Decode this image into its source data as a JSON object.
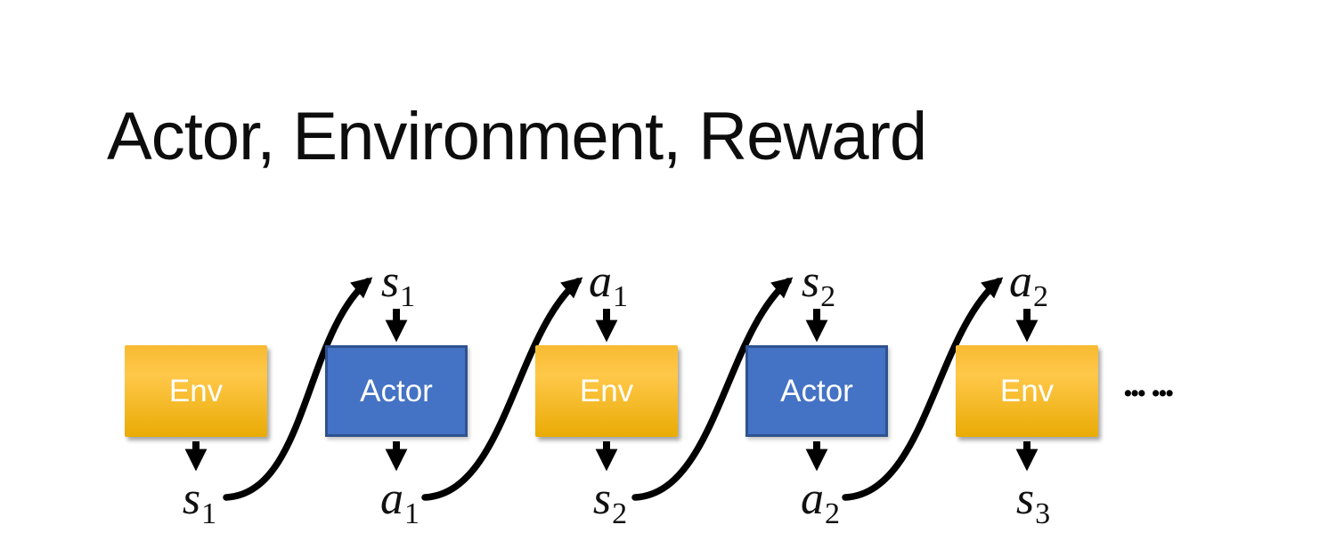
{
  "title": "Actor, Environment, Reward",
  "diagram": {
    "columns": [
      {
        "box": "Env",
        "bottom": {
          "base": "s",
          "sub": "1"
        }
      },
      {
        "box": "Actor",
        "top": {
          "base": "s",
          "sub": "1"
        },
        "bottom": {
          "base": "a",
          "sub": "1"
        }
      },
      {
        "box": "Env",
        "top": {
          "base": "a",
          "sub": "1"
        },
        "bottom": {
          "base": "s",
          "sub": "2"
        }
      },
      {
        "box": "Actor",
        "top": {
          "base": "s",
          "sub": "2"
        },
        "bottom": {
          "base": "a",
          "sub": "2"
        }
      },
      {
        "box": "Env",
        "top": {
          "base": "a",
          "sub": "2"
        },
        "bottom": {
          "base": "s",
          "sub": "3"
        }
      }
    ],
    "ellipsis": "••• •••"
  },
  "colors": {
    "env_grad_top": "#F7BA31",
    "env_grad_mid": "#FFC84A",
    "env_grad_bottom": "#E9AB05",
    "actor_fill": "#4472C4",
    "actor_border": "#2F528F",
    "box_text": "#FFFFFF",
    "arrow": "#000000",
    "title_text": "#0D0D0D"
  }
}
